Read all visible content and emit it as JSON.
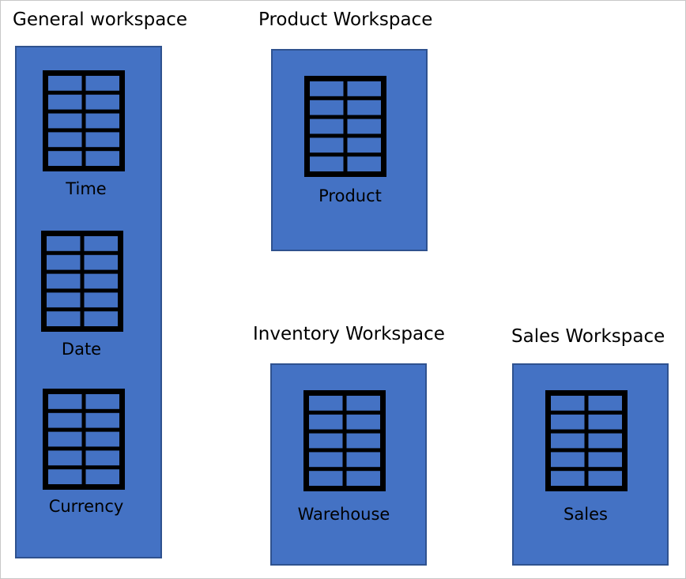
{
  "workspaces": {
    "general": {
      "title": "General workspace",
      "tables": [
        "Time",
        "Date",
        "Currency"
      ]
    },
    "product": {
      "title": "Product Workspace",
      "tables": [
        "Product"
      ]
    },
    "inventory": {
      "title": "Inventory Workspace",
      "tables": [
        "Warehouse"
      ]
    },
    "sales": {
      "title": "Sales Workspace",
      "tables": [
        "Sales"
      ]
    }
  },
  "colors": {
    "box_fill": "#4472c4",
    "box_border": "#2f528f",
    "icon": "#000000"
  },
  "icon": "table-icon"
}
